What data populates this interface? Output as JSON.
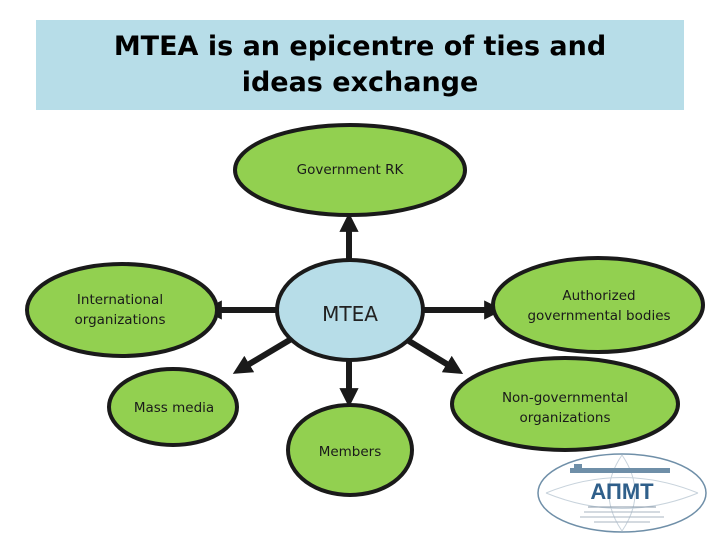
{
  "title": "MTEA is an epicentre of ties and ideas exchange",
  "center": "MTEA",
  "nodes": {
    "government": "Government RK",
    "international": "International organizations",
    "authorized": "Authorized governmental bodies",
    "mass_media": "Mass media",
    "ngo": "Non-governmental organizations",
    "members": "Members"
  },
  "logo": {
    "text": "АПМТ"
  },
  "colors": {
    "title_bg": "#b7dde8",
    "ellipse_fill": "#92d050",
    "center_fill": "#b7dde8",
    "outline": "#1a1a1a"
  }
}
